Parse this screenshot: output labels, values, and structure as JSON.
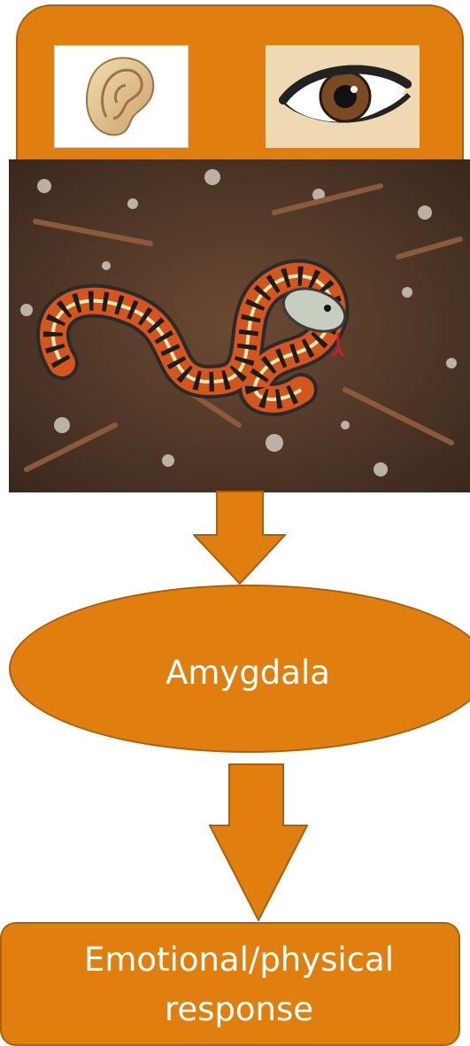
{
  "diagram": {
    "senses": {
      "items": [
        {
          "icon": "ear-icon"
        },
        {
          "icon": "eye-icon"
        }
      ]
    },
    "stimulus_photo": {
      "icon": "snake-photo"
    },
    "nodes": {
      "amygdala": "Amygdala",
      "response": "Emotional/physical response"
    },
    "colors": {
      "box_fill": "#E07F10",
      "box_border": "#A9600E",
      "text": "#FFFFFF"
    }
  }
}
